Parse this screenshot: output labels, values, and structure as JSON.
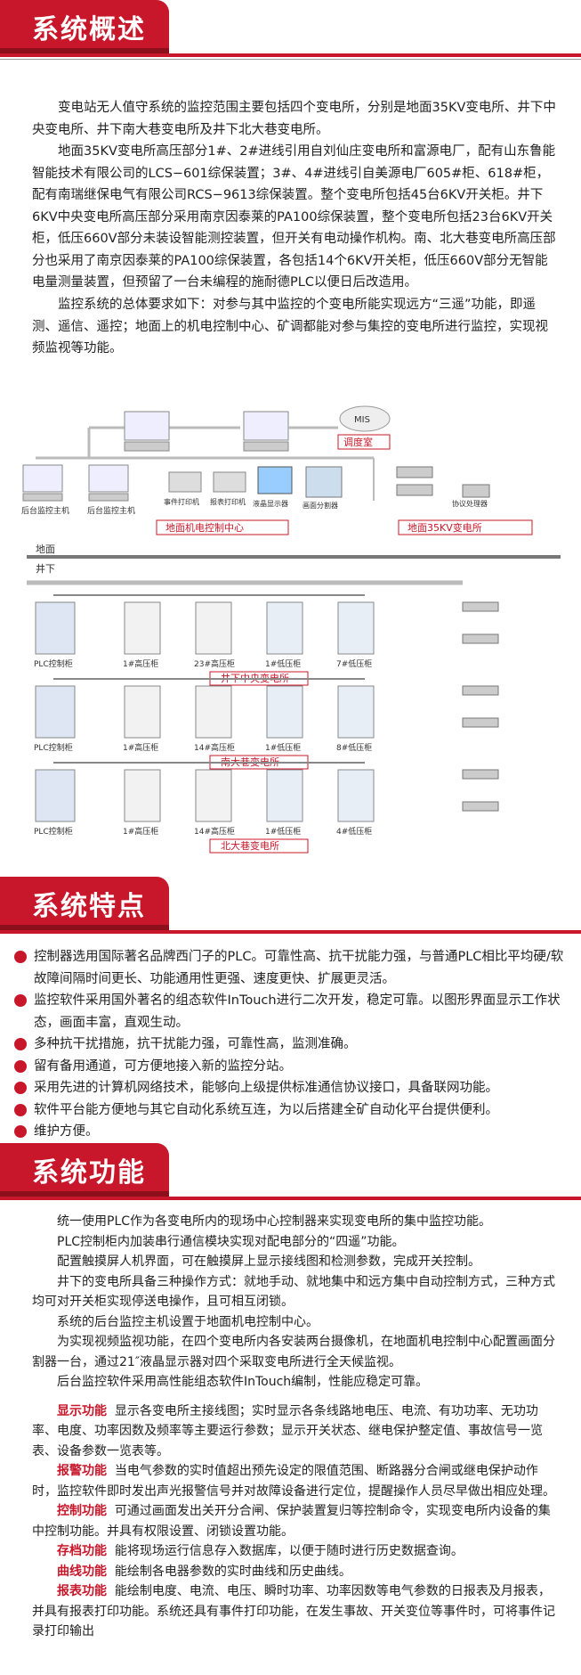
{
  "sections": {
    "overview": {
      "title": "系统概述",
      "p1": "变电站无人值守系统的监控范围主要包括四个变电所，分别是地面35KV变电所、井下中央变电所、井下南大巷变电所及井下北大巷变电所。",
      "p2": "地面35KV变电所高压部分1#、2#进线引用自刘仙庄变电所和富源电厂，配有山东鲁能智能技术有限公司的LCS−601综保装置；3#、4#进线引自美源电厂605#柜、618#柜，配有南瑞继保电气有限公司RCS−9613综保装置。整个变电所包括45台6KV开关柜。井下6KV中央变电所高压部分采用南京因泰莱的PA100综保装置，整个变电所包括23台6KV开关柜，低压660V部分未装设智能测控装置，但开关有电动操作机构。南、北大巷变电所高压部分也采用了南京因泰莱的PA100综保装置，各包括14个6KV开关柜，低压660V部分无智能电量测量装置，但预留了一台未编程的施耐德PLC以便日后改造用。",
      "p3": "监控系统的总体要求如下：对参与其中监控的个变电所能实现远方“三遥”功能，即遥测、遥信、遥控；地面上的机电控制中心、矿调都能对参与集控的变电所进行监控，实现视频监视等功能。"
    },
    "features": {
      "title": "系统特点",
      "items": [
        "控制器选用国际著名品牌西门子的PLC。可靠性高、抗干扰能力强，与普通PLC相比平均硬/软故障间隔时间更长、功能通用性更强、速度更快、扩展更灵活。",
        "监控软件采用国外著名的组态软件InTouch进行二次开发，稳定可靠。以图形界面显示工作状态，画面丰富，直观生动。",
        "多种抗干扰措施，抗干扰能力强，可靠性高，监测准确。",
        "留有备用通道，可方便地接入新的监控分站。",
        "采用先进的计算机网络技术，能够向上级提供标准通信协议接口，具备联网功能。",
        "软件平台能方便地与其它自动化系统互连，为以后搭建全矿自动化平台提供便利。",
        "维护方便。"
      ]
    },
    "functions": {
      "title": "系统功能",
      "paras": [
        "统一使用PLC作为各变电所内的现场中心控制器来实现变电所的集中监控功能。",
        "PLC控制柜内加装串行通信模块实现对配电部分的“四遥”功能。",
        "配置触摸屏人机界面，可在触摸屏上显示接线图和检测参数，完成开关控制。",
        "井下的变电所具备三种操作方式：就地手动、就地集中和远方集中自动控制方式，三种方式均可对开关柜实现停送电操作，且可相互闭锁。",
        "系统的后台监控主机设置于地面机电控制中心。",
        "为实现视频监视功能，在四个变电所内各安装两台摄像机，在地面机电控制中心配置画面分割器一台，通过21″液晶显示器对四个采取变电所进行全天候监视。",
        "后台监控软件采用高性能组态软件InTouch编制，性能应稳定可靠。"
      ],
      "details": [
        {
          "key": "显示功能",
          "text": "显示各变电所主接线图；实时显示各条线路地电压、电流、有功功率、无功功率、电度、功率因数及频率等主要运行参数；显示开关状态、继电保护整定值、事故信号一览表、设备参数一览表等。"
        },
        {
          "key": "报警功能",
          "text": "当电气参数的实时值超出预先设定的限值范围、断路器分合闸或继电保护动作时，监控软件即时发出声光报警信号并对故障设备进行定位，提醒操作人员尽早做出相应处理。"
        },
        {
          "key": "控制功能",
          "text": "可通过画面发出关开分合闸、保护装置复归等控制命令，实现变电所内设备的集中控制功能。并具有权限设置、闭锁设置功能。"
        },
        {
          "key": "存档功能",
          "text": "能将现场运行信息存入数据库，以便于随时进行历史数据查询。"
        },
        {
          "key": "曲线功能",
          "text": "能绘制各电器参数的实时曲线和历史曲线。"
        },
        {
          "key": "报表功能",
          "text": "能绘制电度、电流、电压、瞬时功率、功率因数等电气参数的日报表及月报表，并具有报表打印功能。系统还具有事件打印功能，在发生事故、开关变位等事件时，可将事件记录打印输出"
        }
      ]
    }
  },
  "diagram": {
    "mis": "MIS",
    "dispatch": "调度室",
    "hosts": [
      "后台监控主机",
      "后台监控主机"
    ],
    "printers": [
      "事件打印机",
      "报表打印机"
    ],
    "lcd": "液晶显示器",
    "splitter": "画面分割器",
    "protocol": "协议处理器",
    "center": "地面机电控制中心",
    "sub35": "地面35KV变电所",
    "ground": "地面",
    "underground": "井下",
    "stations": [
      {
        "name": "井下中央变电所",
        "cabinets": [
          "PLC控制柜",
          "1#高压柜",
          "23#高压柜",
          "1#低压柜",
          "7#低压柜"
        ]
      },
      {
        "name": "南大巷变电所",
        "cabinets": [
          "PLC控制柜",
          "1#高压柜",
          "14#高压柜",
          "1#低压柜",
          "8#低压柜"
        ]
      },
      {
        "name": "北大巷变电所",
        "cabinets": [
          "PLC控制柜",
          "1#高压柜",
          "14#高压柜",
          "1#低压柜",
          "4#低压柜"
        ]
      }
    ]
  },
  "colors": {
    "accent": "#c8172a",
    "dark_accent": "#8e0f1c"
  }
}
